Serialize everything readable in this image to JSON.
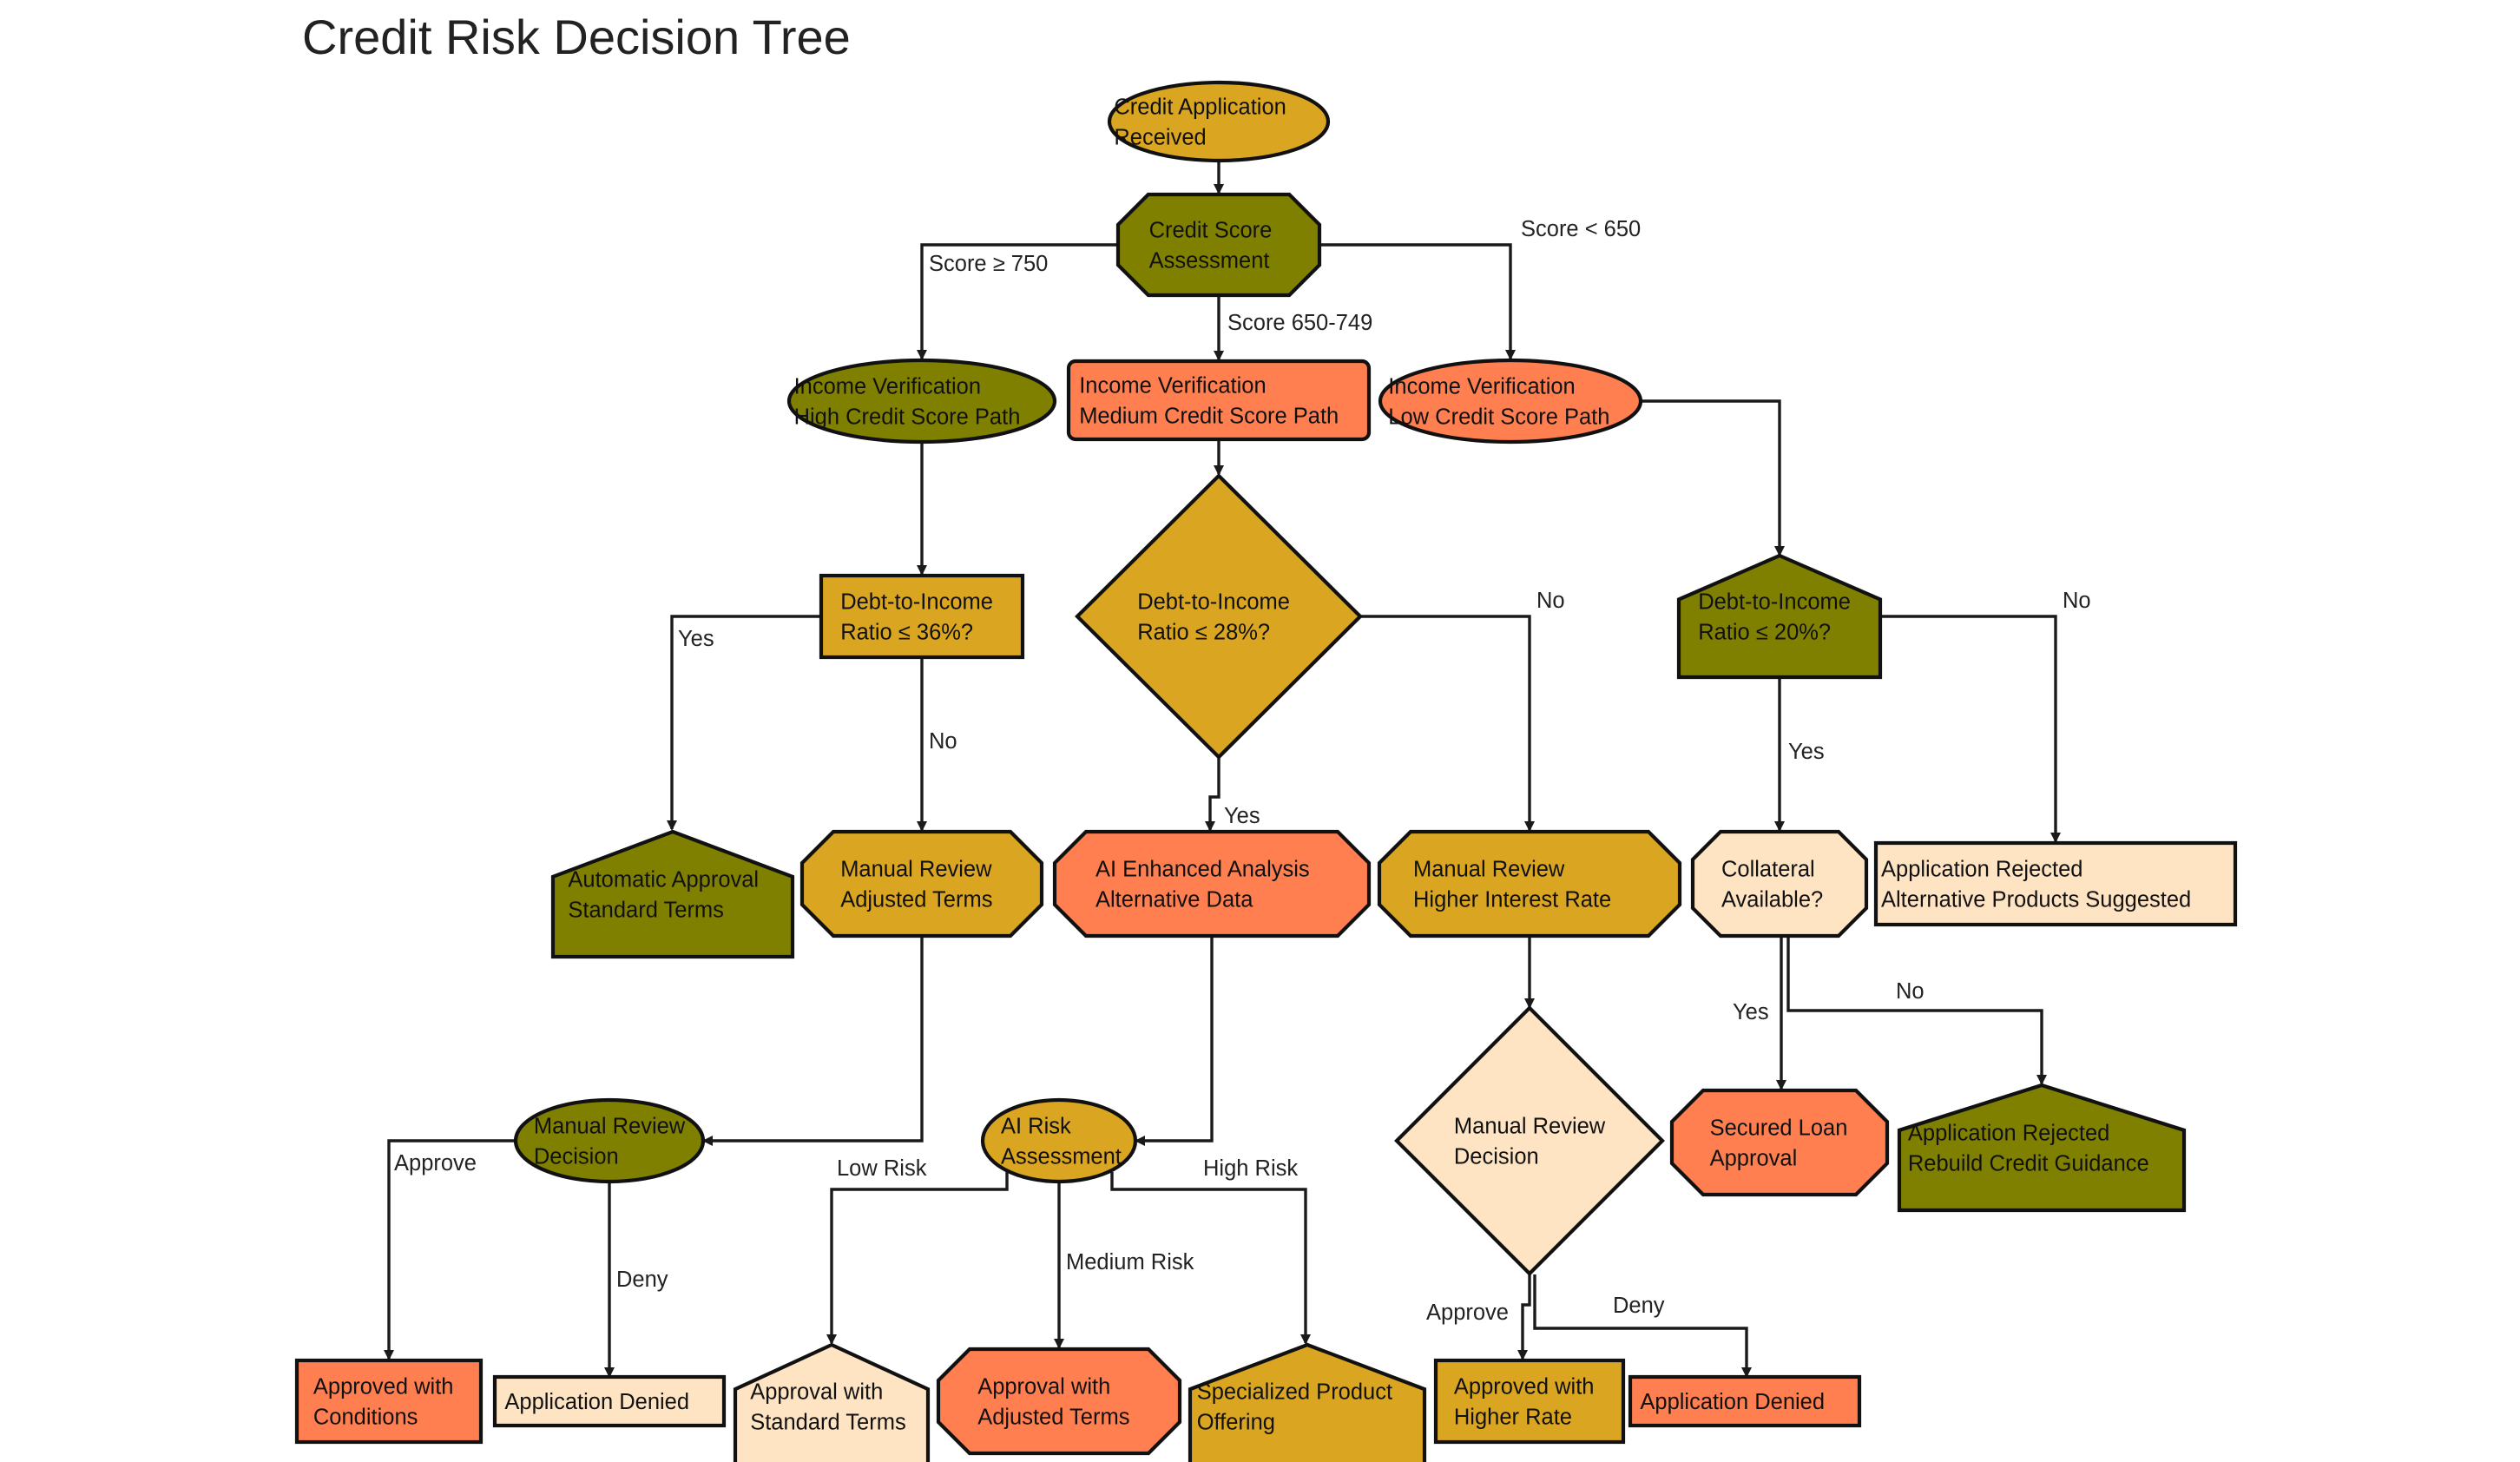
{
  "title": "Credit Risk Decision Tree",
  "colors": {
    "gold": "#DAA520",
    "olive": "#808000",
    "coral": "#FF7F50",
    "bisque": "#FFE4C4",
    "stroke": "#111111"
  },
  "nodes": [
    {
      "id": "start",
      "shape": "ellipse",
      "color": "gold",
      "lines": [
        "Credit Application",
        "Received"
      ]
    },
    {
      "id": "score",
      "shape": "octagon",
      "color": "olive",
      "lines": [
        "Credit Score",
        "Assessment"
      ]
    },
    {
      "id": "iv_high",
      "shape": "ellipse",
      "color": "olive",
      "lines": [
        "Income Verification",
        "High Credit Score Path"
      ]
    },
    {
      "id": "iv_med",
      "shape": "rounded-rect",
      "color": "coral",
      "lines": [
        "Income Verification",
        "Medium Credit Score Path"
      ]
    },
    {
      "id": "iv_low",
      "shape": "ellipse",
      "color": "coral",
      "lines": [
        "Income Verification",
        "Low Credit Score Path"
      ]
    },
    {
      "id": "dti36",
      "shape": "rect",
      "color": "gold",
      "lines": [
        "Debt-to-Income",
        "Ratio ≤ 36%?"
      ]
    },
    {
      "id": "dti28",
      "shape": "diamond",
      "color": "gold",
      "lines": [
        "Debt-to-Income",
        "Ratio ≤ 28%?"
      ]
    },
    {
      "id": "dti20",
      "shape": "pentagon",
      "color": "olive",
      "lines": [
        "Debt-to-Income",
        "Ratio ≤ 20%?"
      ]
    },
    {
      "id": "auto",
      "shape": "pentagon",
      "color": "olive",
      "lines": [
        "Automatic Approval",
        "Standard Terms"
      ]
    },
    {
      "id": "mr_adj",
      "shape": "octagon",
      "color": "gold",
      "lines": [
        "Manual Review",
        "Adjusted Terms"
      ]
    },
    {
      "id": "ai_enh",
      "shape": "octagon",
      "color": "coral",
      "lines": [
        "AI Enhanced Analysis",
        "Alternative Data"
      ]
    },
    {
      "id": "mr_high",
      "shape": "octagon",
      "color": "gold",
      "lines": [
        "Manual Review",
        "Higher Interest Rate"
      ]
    },
    {
      "id": "collateral",
      "shape": "octagon",
      "color": "bisque",
      "lines": [
        "Collateral",
        "Available?"
      ]
    },
    {
      "id": "rej_alt",
      "shape": "rect",
      "color": "bisque",
      "lines": [
        "Application Rejected",
        "Alternative Products Suggested"
      ]
    },
    {
      "id": "mr_dec1",
      "shape": "ellipse",
      "color": "olive",
      "lines": [
        "Manual Review",
        "Decision"
      ]
    },
    {
      "id": "ai_risk",
      "shape": "ellipse",
      "color": "gold",
      "lines": [
        "AI Risk",
        "Assessment"
      ]
    },
    {
      "id": "mr_dec2",
      "shape": "diamond",
      "color": "bisque",
      "lines": [
        "Manual Review",
        "Decision"
      ]
    },
    {
      "id": "secured",
      "shape": "octagon",
      "color": "coral",
      "lines": [
        "Secured Loan",
        "Approval"
      ]
    },
    {
      "id": "rej_rebuild",
      "shape": "pentagon",
      "color": "olive",
      "lines": [
        "Application Rejected",
        "Rebuild Credit Guidance"
      ]
    },
    {
      "id": "appr_cond",
      "shape": "rect",
      "color": "coral",
      "lines": [
        "Approved with",
        "Conditions"
      ]
    },
    {
      "id": "denied1",
      "shape": "rect",
      "color": "bisque",
      "lines": [
        "Application Denied"
      ]
    },
    {
      "id": "appr_std",
      "shape": "pentagon",
      "color": "bisque",
      "lines": [
        "Approval with",
        "Standard Terms"
      ]
    },
    {
      "id": "appr_adj",
      "shape": "octagon",
      "color": "coral",
      "lines": [
        "Approval with",
        "Adjusted Terms"
      ]
    },
    {
      "id": "special",
      "shape": "pentagon",
      "color": "gold",
      "lines": [
        "Specialized Product",
        "Offering"
      ]
    },
    {
      "id": "appr_high",
      "shape": "rect",
      "color": "gold",
      "lines": [
        "Approved with",
        "Higher Rate"
      ]
    },
    {
      "id": "denied2",
      "shape": "rect",
      "color": "coral",
      "lines": [
        "Application Denied"
      ]
    }
  ],
  "edges": [
    {
      "from": "start",
      "to": "score",
      "label": ""
    },
    {
      "from": "score",
      "to": "iv_high",
      "label": "Score ≥ 750"
    },
    {
      "from": "score",
      "to": "iv_med",
      "label": "Score 650-749"
    },
    {
      "from": "score",
      "to": "iv_low",
      "label": "Score < 650"
    },
    {
      "from": "iv_high",
      "to": "dti36",
      "label": ""
    },
    {
      "from": "iv_med",
      "to": "dti28",
      "label": ""
    },
    {
      "from": "iv_low",
      "to": "dti20",
      "label": ""
    },
    {
      "from": "dti36",
      "to": "auto",
      "label": "Yes"
    },
    {
      "from": "dti36",
      "to": "mr_adj",
      "label": "No"
    },
    {
      "from": "dti28",
      "to": "ai_enh",
      "label": "Yes"
    },
    {
      "from": "dti28",
      "to": "mr_high",
      "label": "No"
    },
    {
      "from": "dti20",
      "to": "collateral",
      "label": "Yes"
    },
    {
      "from": "dti20",
      "to": "rej_alt",
      "label": "No"
    },
    {
      "from": "mr_adj",
      "to": "mr_dec1",
      "label": ""
    },
    {
      "from": "ai_enh",
      "to": "ai_risk",
      "label": ""
    },
    {
      "from": "mr_high",
      "to": "mr_dec2",
      "label": ""
    },
    {
      "from": "collateral",
      "to": "secured",
      "label": "Yes"
    },
    {
      "from": "collateral",
      "to": "rej_rebuild",
      "label": "No"
    },
    {
      "from": "mr_dec1",
      "to": "appr_cond",
      "label": "Approve"
    },
    {
      "from": "mr_dec1",
      "to": "denied1",
      "label": "Deny"
    },
    {
      "from": "ai_risk",
      "to": "appr_std",
      "label": "Low Risk"
    },
    {
      "from": "ai_risk",
      "to": "appr_adj",
      "label": "Medium Risk"
    },
    {
      "from": "ai_risk",
      "to": "special",
      "label": "High Risk"
    },
    {
      "from": "mr_dec2",
      "to": "appr_high",
      "label": "Approve"
    },
    {
      "from": "mr_dec2",
      "to": "denied2",
      "label": "Deny"
    }
  ]
}
